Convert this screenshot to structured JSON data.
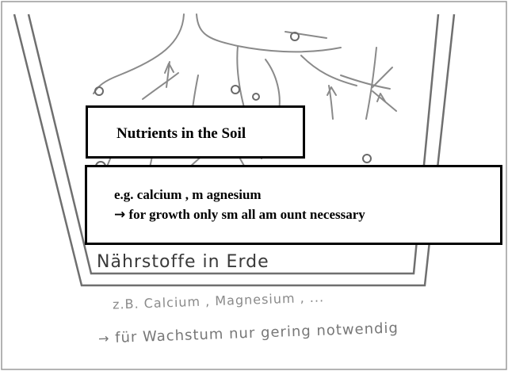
{
  "boxes": {
    "title": "Nutrients in the Soil",
    "line1": "e.g. calcium , m agnesium",
    "line2_arrow": "→",
    "line2_text": " for growth only sm all am ount necessary"
  },
  "handwriting": {
    "title": "Nährstoffe in Erde",
    "line1": "z.B. Calcium , Magnesium , ...",
    "line2_arrow": "→",
    "line2_text": " für Wachstum nur gering notwendig"
  },
  "icons": {
    "pot": "pot-outline-icon",
    "roots": "root-system-icon",
    "arrow": "arrow-right-icon"
  },
  "colors": {
    "box_border": "#000000",
    "sketch_stroke": "#777777",
    "background": "#ffffff"
  }
}
